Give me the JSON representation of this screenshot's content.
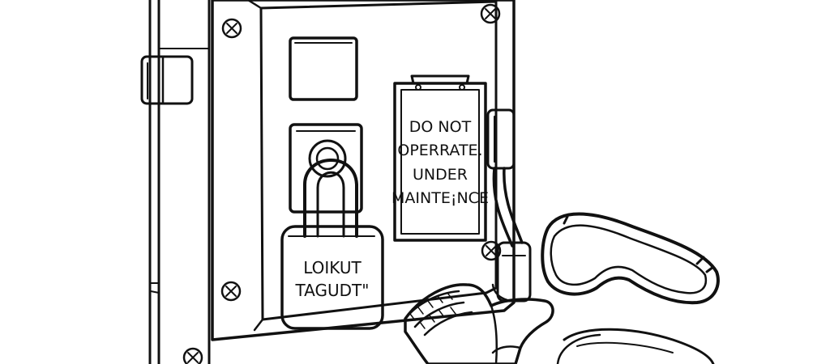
{
  "sign": {
    "lines": [
      "DO NOT",
      "OPERRATE.",
      "UNDER",
      "MAINTE¡NCE"
    ]
  },
  "padlock": {
    "lines": [
      "LOIKUT",
      "TAGUDT\""
    ]
  },
  "colors": {
    "ink": "#111111",
    "paper": "#ffffff"
  },
  "icons": {
    "screws": "screw-icon",
    "padlock": "padlock-icon",
    "goggles": "safety-goggles-icon",
    "glove": "glove-icon"
  }
}
